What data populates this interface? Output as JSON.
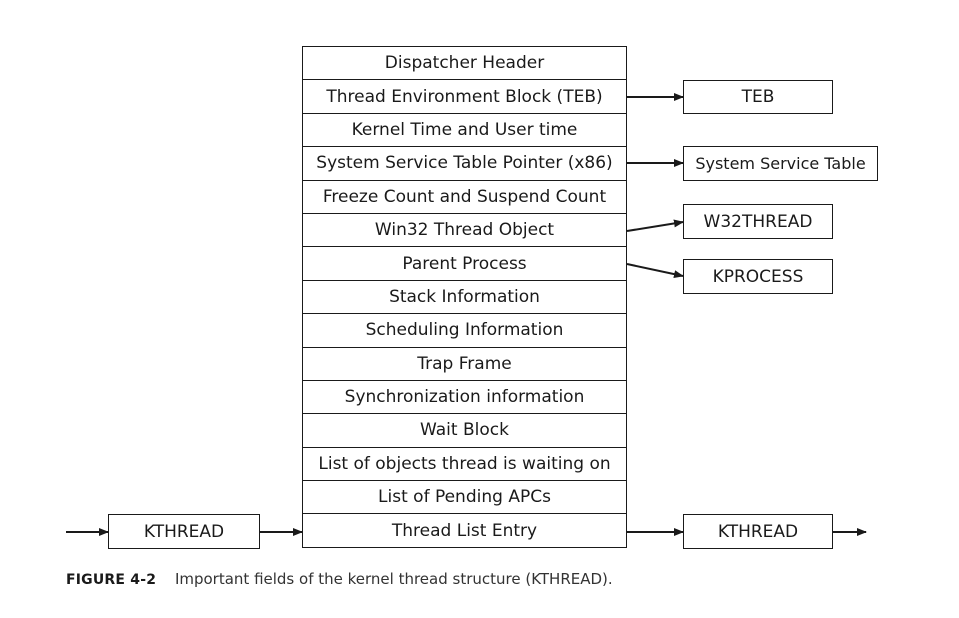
{
  "fields": [
    "Dispatcher Header",
    "Thread Environment Block (TEB)",
    "Kernel Time and User time",
    "System Service Table Pointer (x86)",
    "Freeze Count and Suspend Count",
    "Win32 Thread Object",
    "Parent Process",
    "Stack Information",
    "Scheduling Information",
    "Trap Frame",
    "Synchronization information",
    "Wait Block",
    "List of objects thread is waiting on",
    "List of Pending APCs",
    "Thread List Entry"
  ],
  "external": {
    "teb": "TEB",
    "system_service_table": "System Service Table",
    "w32thread": "W32THREAD",
    "kprocess": "KPROCESS",
    "kthread_left": "KTHREAD",
    "kthread_right": "KTHREAD"
  },
  "caption": {
    "label": "FIGURE 4-2",
    "text": "Important fields of the kernel thread structure (KTHREAD)."
  }
}
